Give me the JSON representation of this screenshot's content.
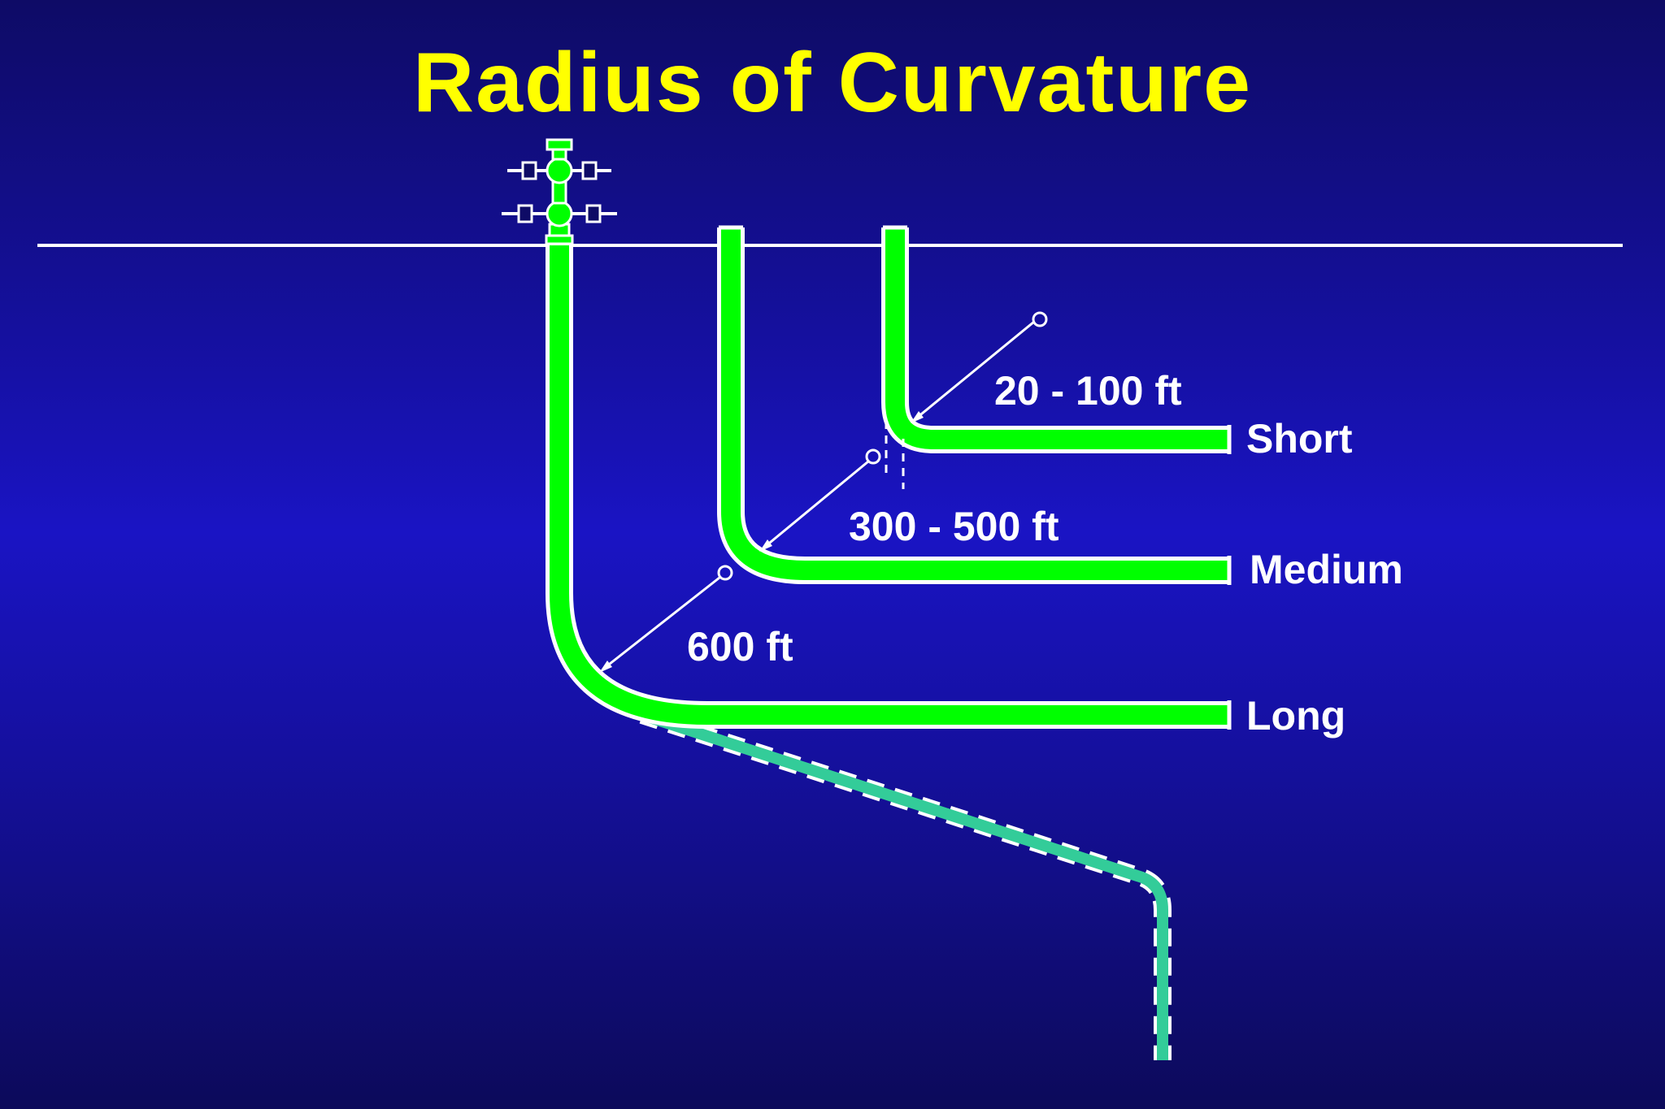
{
  "title": "Radius of Curvature",
  "wells": [
    {
      "label": "Short",
      "radius_label": "20 - 100 ft"
    },
    {
      "label": "Medium",
      "radius_label": "300 - 500 ft"
    },
    {
      "label": "Long",
      "radius_label": "600 ft"
    }
  ],
  "colors": {
    "background": "#1410b0",
    "title": "#ffff00",
    "wellbore": "#00ff00",
    "outline": "#ffffff",
    "lower_section": "#33cc99"
  },
  "icons": [
    "wellhead-icon"
  ]
}
